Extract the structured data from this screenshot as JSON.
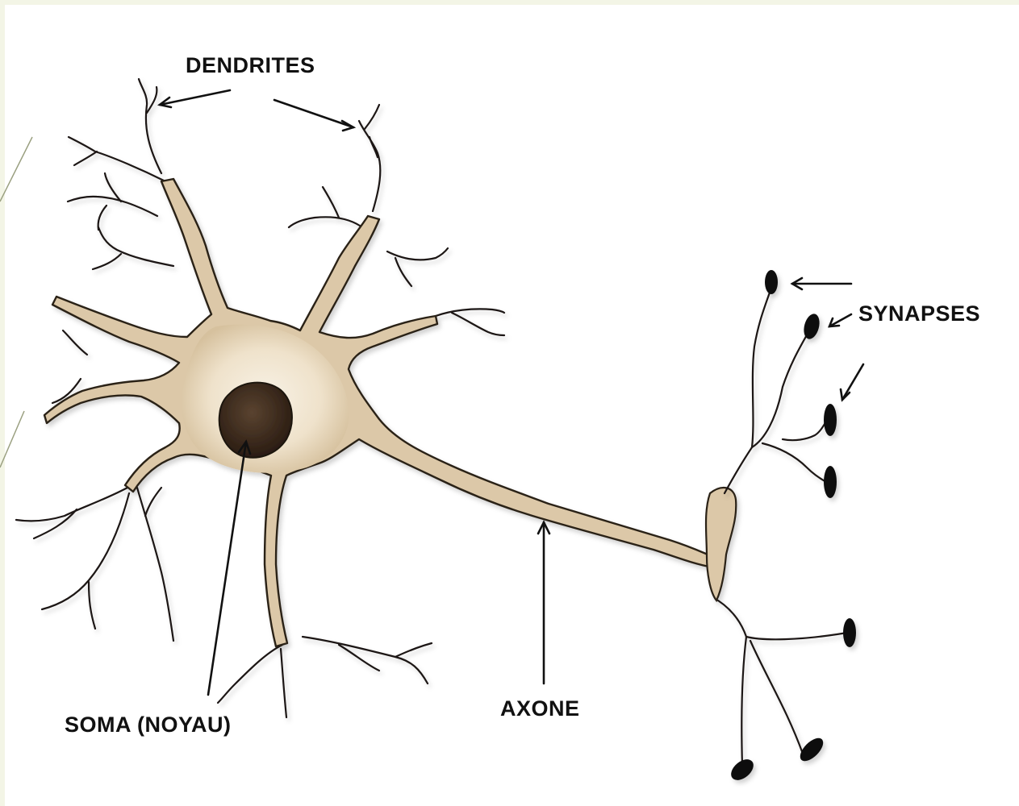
{
  "diagram": {
    "labels": {
      "dendrites": "DENDRITES",
      "synapses": "SYNAPSES",
      "axon": "AXONE",
      "soma": "SOMA (NOYAU)"
    },
    "colors": {
      "cell_fill": "#dcc8a8",
      "cell_inner": "#f3ead9",
      "cell_outline": "#2a2018",
      "nucleus": "#3b2a1c",
      "terminal": "#111111",
      "background": "#ffffff",
      "slide_background": "#f3f5e6"
    }
  }
}
